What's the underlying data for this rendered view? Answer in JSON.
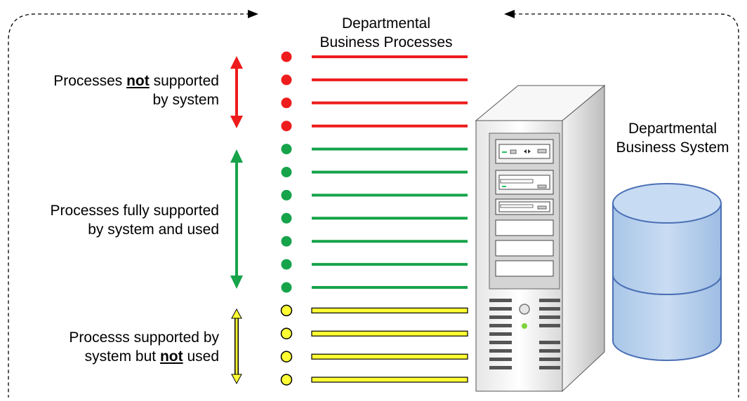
{
  "processes_title": {
    "line1": "Departmental",
    "line2": "Business Processes"
  },
  "system_title": {
    "line1": "Departmental",
    "line2": "Business System"
  },
  "groups": {
    "not_supported": {
      "pre": "Processes ",
      "emph": "not",
      "post": " supported",
      "line2": "by system",
      "color": "#ee1c1c",
      "count": 4
    },
    "fully_supported": {
      "line1": "Processes fully supported",
      "line2": "by system and used",
      "color": "#16a34a",
      "count": 7
    },
    "supported_not_used": {
      "line1": "Processs supported by",
      "pre2": "system but ",
      "emph2": "not",
      "post2": " used",
      "color": "#ffff33",
      "count": 4
    }
  },
  "icons": [
    "server-tower-icon",
    "database-cylinder-icon"
  ]
}
